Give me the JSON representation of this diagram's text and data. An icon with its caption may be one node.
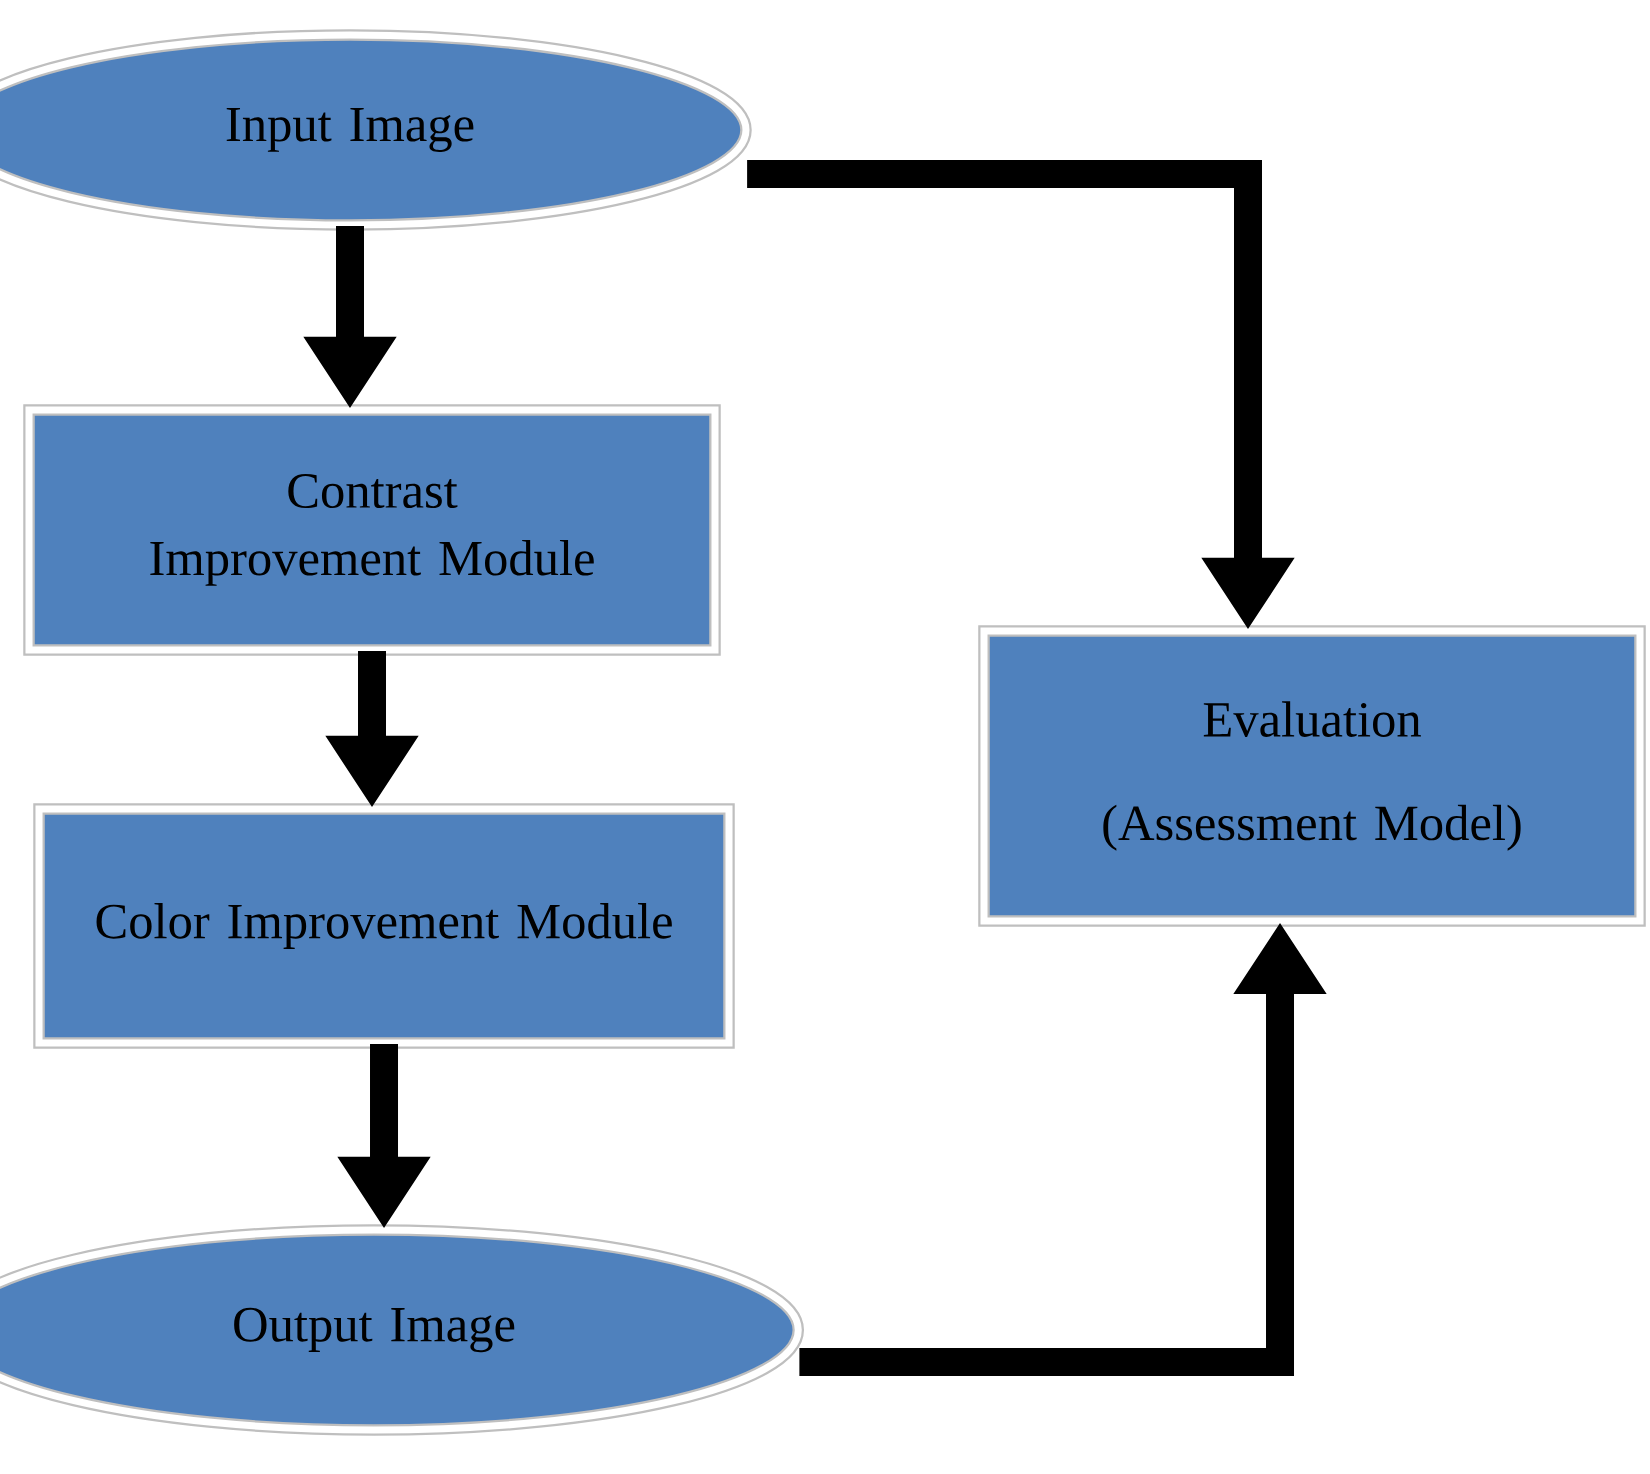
{
  "diagram": {
    "nodes": [
      {
        "text": [
          "Input Image"
        ]
      },
      {
        "text": [
          "Contrast Improvement Module"
        ]
      },
      {
        "text": [
          "Color Improvement Module"
        ]
      },
      {
        "text": [
          "Output Image"
        ]
      },
      {
        "text": [
          "Evaluation",
          "(Assessment Model)"
        ]
      }
    ],
    "edges": [
      {
        "from": 0,
        "to": 1,
        "arrow": "to"
      },
      {
        "from": 1,
        "to": 2,
        "arrow": "to"
      },
      {
        "from": 2,
        "to": 3,
        "arrow": "to"
      },
      {
        "from": 0,
        "to": 4,
        "arrow": "to"
      },
      {
        "from": 3,
        "to": 4,
        "arrow": "to"
      }
    ]
  }
}
